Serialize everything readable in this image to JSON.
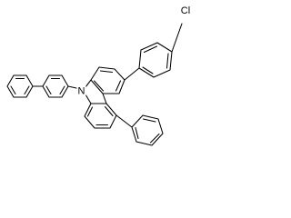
{
  "diagram": {
    "type": "chemical-structure",
    "atom_labels": {
      "nitrogen": "N",
      "chlorine": "Cl"
    },
    "colors": {
      "bond": "#000000",
      "background": "#ffffff"
    }
  }
}
